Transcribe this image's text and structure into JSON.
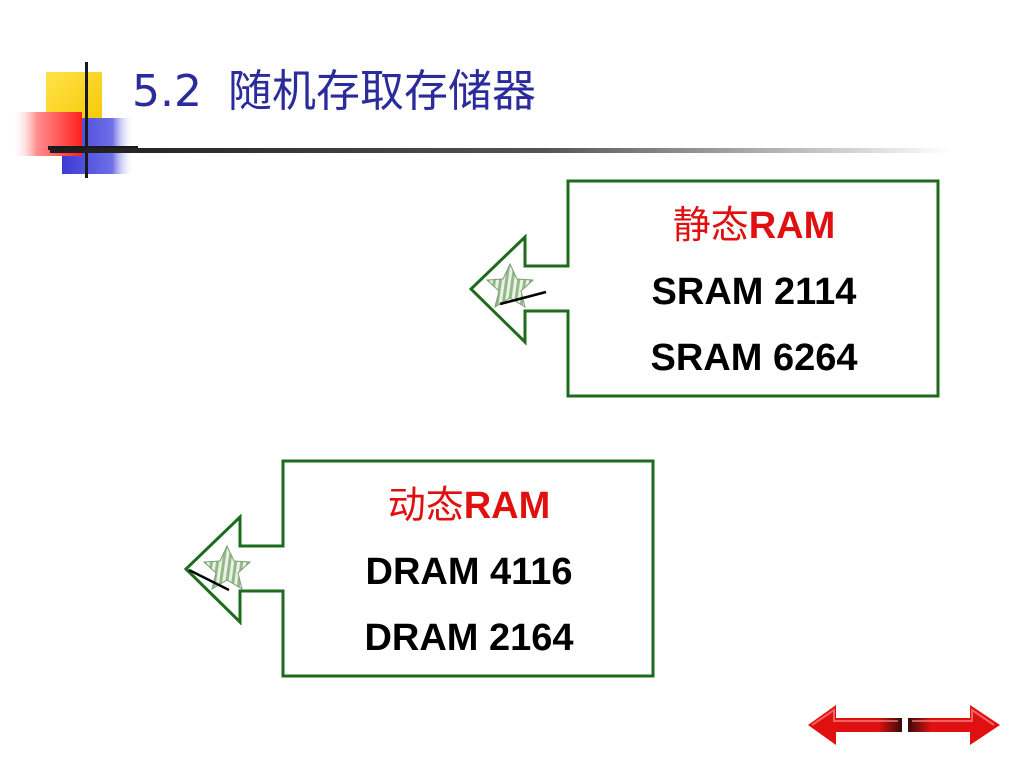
{
  "slide": {
    "title_number": "5.2",
    "title_text": "随机存取存储器"
  },
  "callouts": [
    {
      "heading_cjk": "静态",
      "heading_latin": "RAM",
      "lines": [
        "SRAM 2114",
        "SRAM 6264"
      ]
    },
    {
      "heading_cjk": "动态",
      "heading_latin": "RAM",
      "lines": [
        "DRAM 4116",
        "DRAM 2164"
      ]
    }
  ],
  "colors": {
    "title": "#2b2b9b",
    "callout_border": "#1e6b1e",
    "heading": "#e01010",
    "nav_arrow": "#e01010"
  },
  "icons": {
    "logo": "colored-squares-logo-icon",
    "callout_marker": "striped-star-icon",
    "prev": "arrow-left-icon",
    "next": "arrow-right-icon"
  }
}
